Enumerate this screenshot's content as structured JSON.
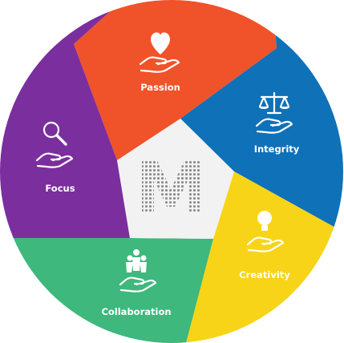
{
  "logo": {
    "letter": "M"
  },
  "segments": [
    {
      "label": "Passion",
      "icon": "heart-in-hand-icon",
      "color": "#F0522A"
    },
    {
      "label": "Integrity",
      "icon": "scales-in-hand-icon",
      "color": "#0F71B8"
    },
    {
      "label": "Creativity",
      "icon": "lightbulb-in-hand-icon",
      "color": "#F7D417"
    },
    {
      "label": "Collaboration",
      "icon": "people-in-hand-icon",
      "color": "#3EB87C"
    },
    {
      "label": "Focus",
      "icon": "magnifier-in-hand-icon",
      "color": "#7B2E9E"
    }
  ]
}
